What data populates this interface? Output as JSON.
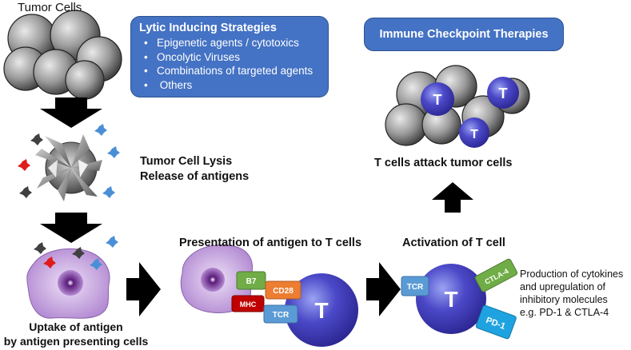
{
  "labels": {
    "tumor_cells": "Tumor Cells",
    "lysis_line1": "Tumor Cell Lysis",
    "lysis_line2": "Release of antigens",
    "uptake_line1": "Uptake of antigen",
    "uptake_line2": "by antigen presenting cells",
    "presentation": "Presentation of antigen to T cells",
    "activation": "Activation of T cell",
    "attack": "T cells attack tumor cells",
    "production_lines": [
      "Production of cytokines",
      "and upregulation of",
      "inhibitory molecules",
      "e.g. PD-1 & CTLA-4"
    ]
  },
  "lytic_box": {
    "title": "Lytic Inducing Strategies",
    "items": [
      "Epigenetic agents / cytotoxics",
      "Oncolytic Viruses",
      "Combinations of targeted agents",
      " Others"
    ]
  },
  "checkpoint_box": {
    "title": "Immune Checkpoint Therapies"
  },
  "molecules": {
    "b7": "B7",
    "cd28": "CD28",
    "mhc": "MHC",
    "tcr": "TCR",
    "tcr2": "TCR",
    "ctla4": "CTLA-4",
    "pd1": "PD-1"
  },
  "t_letter": "T",
  "colors": {
    "box_blue": "#4472c4",
    "b7": "#70ad47",
    "cd28": "#ed7d31",
    "mhc": "#c00000",
    "tcr": "#5b9bd5",
    "ctla4": "#70ad47",
    "pd1": "#1fa3e0",
    "tcell": "#3b3aa8",
    "apc": "#b18ad0"
  }
}
